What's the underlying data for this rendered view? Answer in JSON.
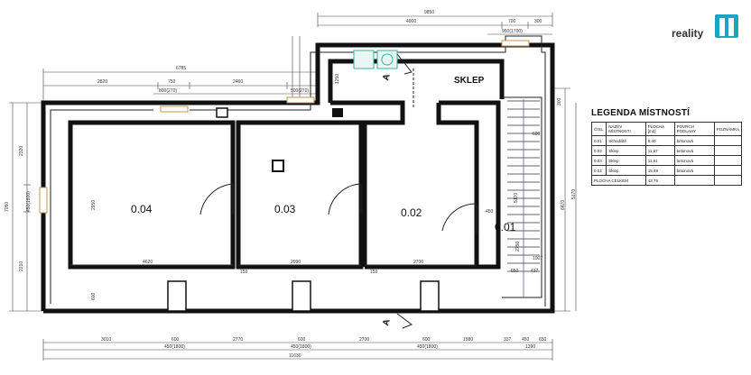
{
  "brand": {
    "name": "reality",
    "logo_text": "11",
    "color": "#17a6c8"
  },
  "rooms": [
    {
      "id": "0.04"
    },
    {
      "id": "0.03"
    },
    {
      "id": "0.02"
    },
    {
      "id": "0.01"
    }
  ],
  "sklep_label": "SKLEP",
  "section_marks": [
    "A",
    "A"
  ],
  "legend": {
    "title": "LEGENDA MÍSTNOSTÍ",
    "headers": [
      "ČÍSL.",
      "NÁZEV MÍSTNOSTI",
      "PLOCHA [m2]",
      "POVRCH PODLAHY",
      "POZNÁMKA"
    ],
    "rows": [
      [
        "0.01",
        "Schodiště",
        "5,40",
        "betonová",
        ""
      ],
      [
        "0.02",
        "Sklep",
        "11,67",
        "betonová",
        ""
      ],
      [
        "0.03",
        "Sklep",
        "11,81",
        "betonová",
        ""
      ],
      [
        "0.04",
        "Sklep",
        "15,48",
        "betonová",
        ""
      ]
    ],
    "total_label": "PLOCHA CELKEM",
    "total_value": "43,76"
  },
  "dimensions": {
    "top_1": "9850",
    "top_2a": "4900",
    "top_2b": "700",
    "top_2c": "300",
    "top_3a": "950(1700)",
    "top_4a": "6785",
    "top_5a": "2820",
    "top_5b": "750",
    "top_5c": "2460",
    "top_6a": "800(270)",
    "top_6b": "500(270)",
    "bottom_1a": "3010",
    "bottom_1b": "600",
    "bottom_1c": "2770",
    "bottom_1d": "600",
    "bottom_1e": "2700",
    "bottom_1f": "600",
    "bottom_1g": "1580",
    "bottom_1h": "337",
    "bottom_1i": "450",
    "bottom_1j": "650",
    "bottom_2a": "450(1800)",
    "bottom_2b": "450(1800)",
    "bottom_2c": "450(1800)",
    "bottom_2d": "1390",
    "bottom_3": "11630",
    "left_1": "7050",
    "left_2a": "2320",
    "left_2b": "450(1800)",
    "left_2c": "2210",
    "right_1": "6470",
    "right_2": "5170",
    "room_04_w": "4620",
    "room_04_h": "2950",
    "room_03_w": "2990",
    "room_02_w": "2700",
    "r_150a": "150",
    "r_150b": "150",
    "r_600": "600",
    "r_437": "437",
    "r_650": "650",
    "r_2750": "2750",
    "r_5170": "5170",
    "r_1007": "1007",
    "r_450": "450",
    "r_300": "300",
    "r_1250": "1250",
    "r_600b": "600"
  }
}
